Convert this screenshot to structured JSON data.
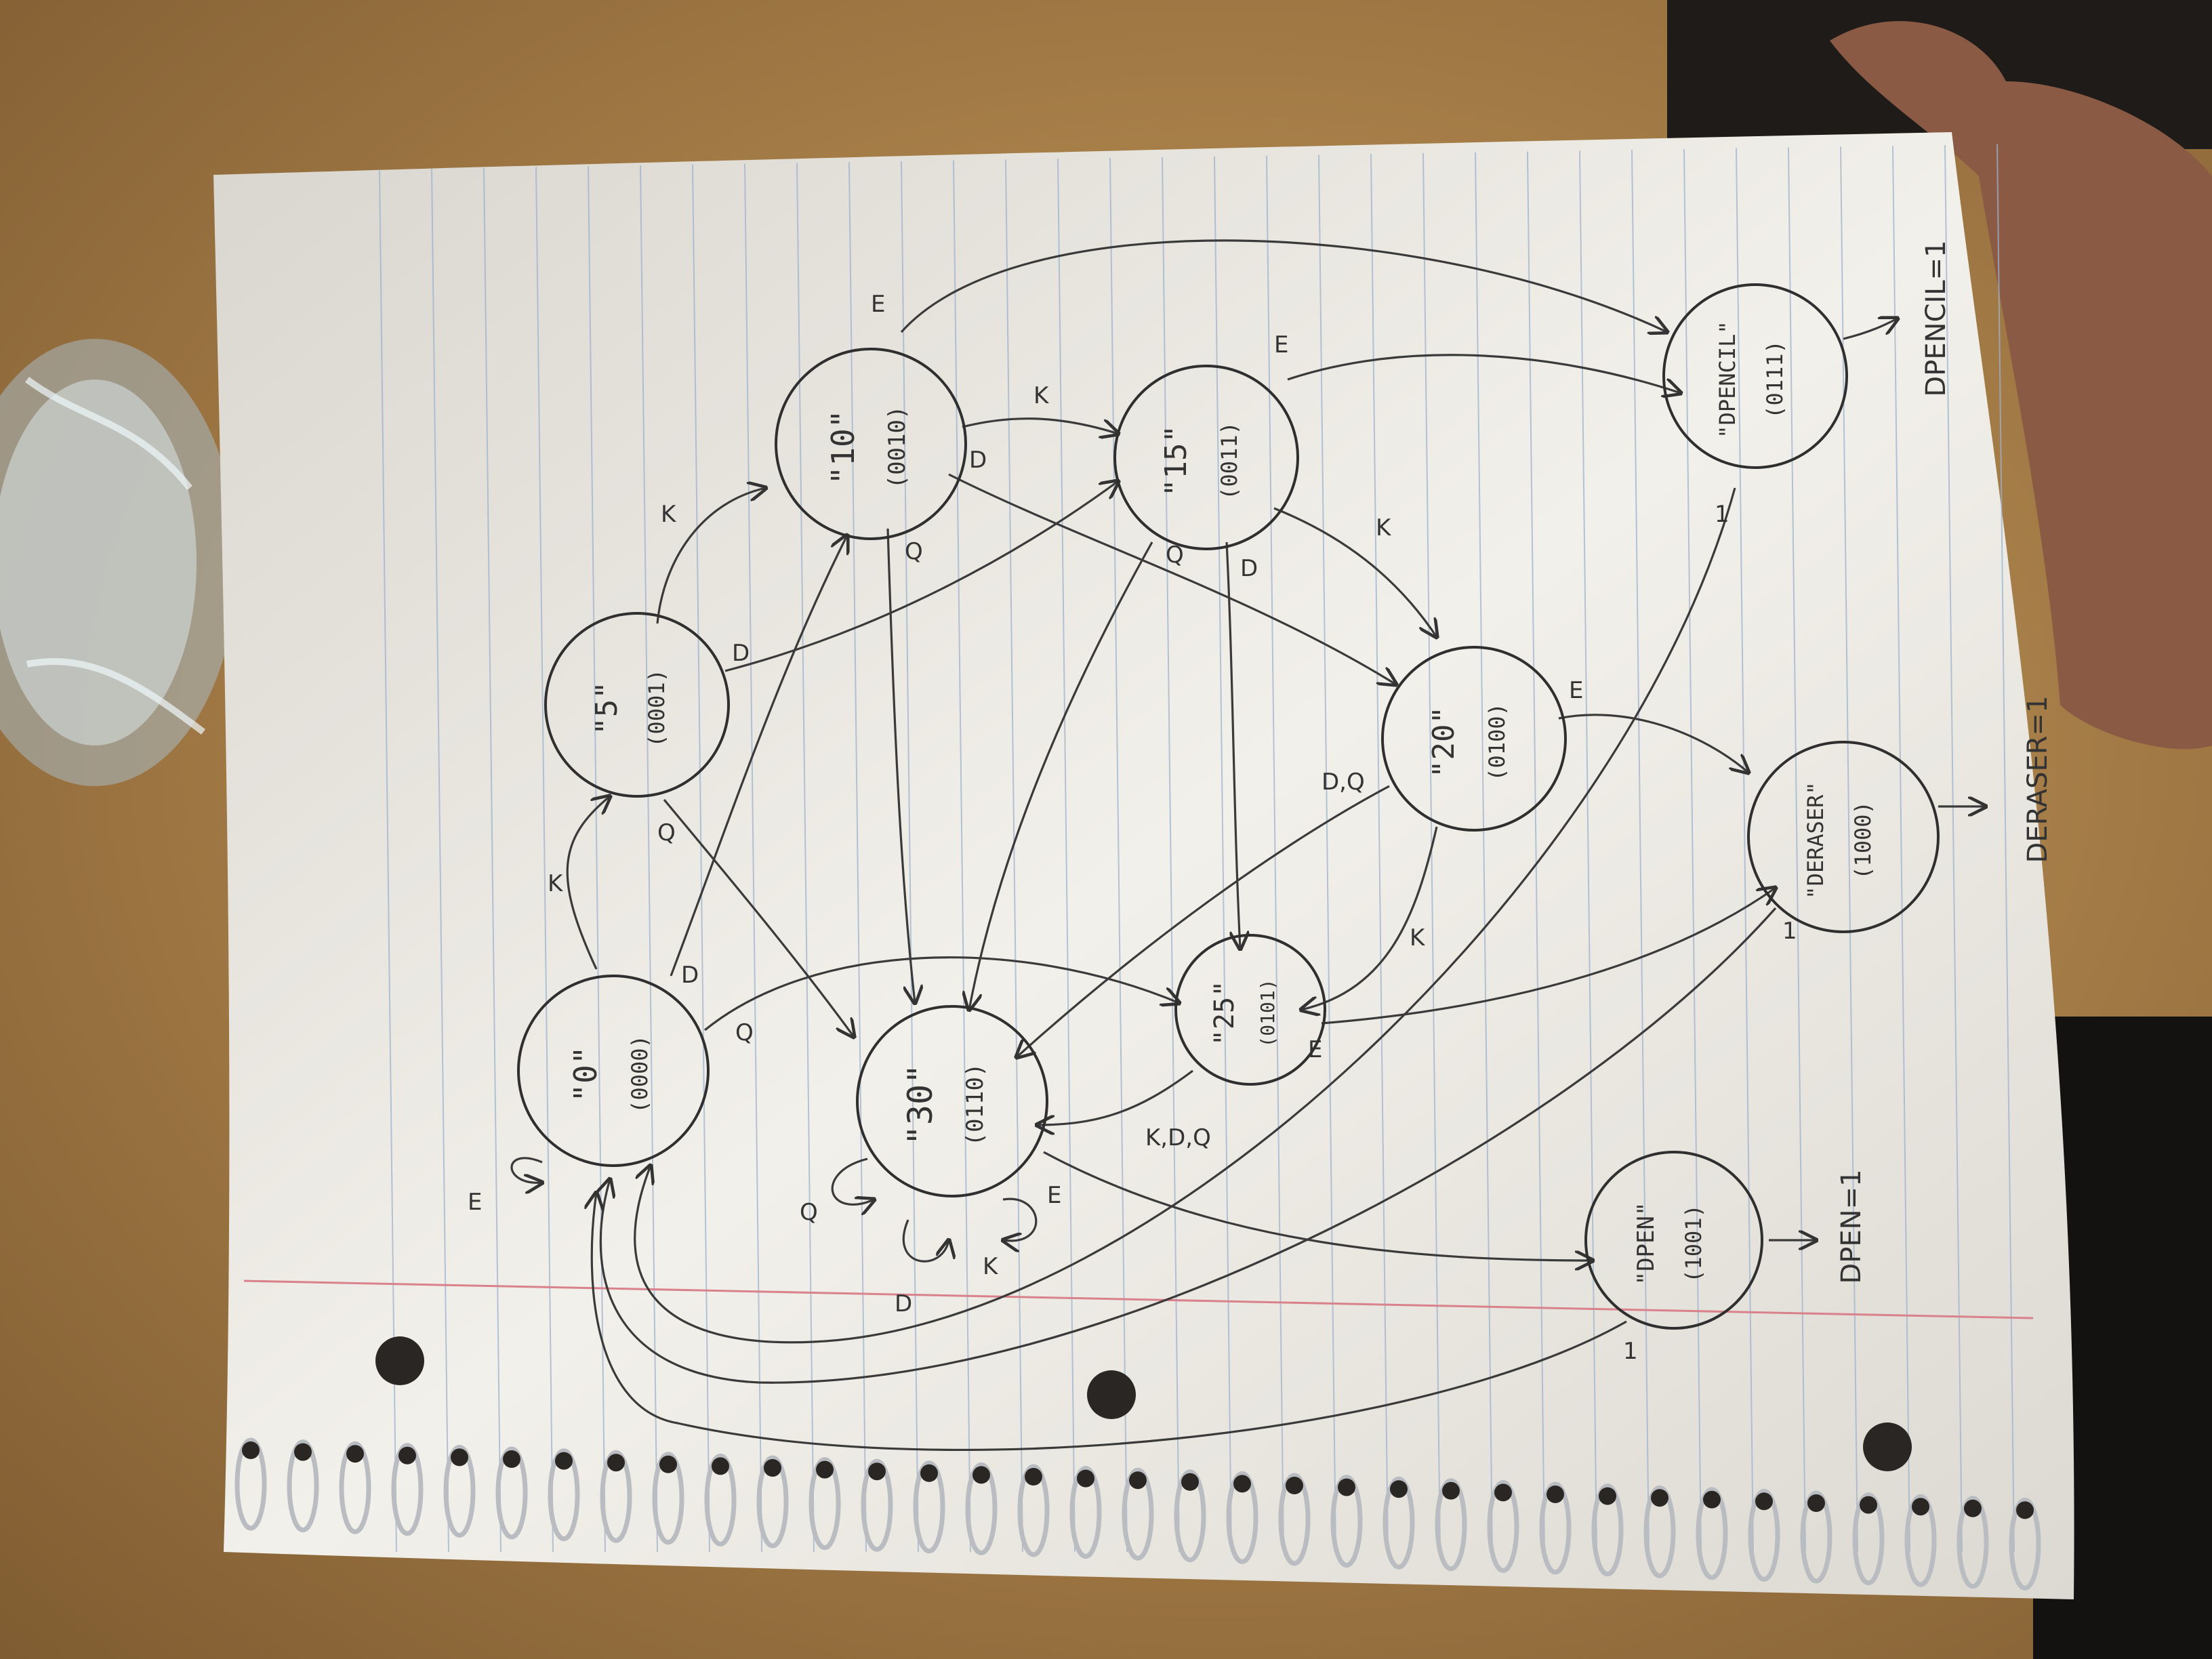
{
  "diagram": {
    "type": "state-machine",
    "states": [
      {
        "id": "s0",
        "name": "\"0\"",
        "code": "(0000)"
      },
      {
        "id": "s5",
        "name": "\"5\"",
        "code": "(0001)"
      },
      {
        "id": "s10",
        "name": "\"10\"",
        "code": "(0010)"
      },
      {
        "id": "s15",
        "name": "\"15\"",
        "code": "(0011)"
      },
      {
        "id": "s20",
        "name": "\"20\"",
        "code": "(0100)"
      },
      {
        "id": "s25",
        "name": "\"25\"",
        "code": "(0101)"
      },
      {
        "id": "s30",
        "name": "\"30\"",
        "code": "(0110)"
      },
      {
        "id": "pencil",
        "name": "\"DPENCIL\"",
        "code": "(0111)"
      },
      {
        "id": "eraser",
        "name": "\"DERASER\"",
        "code": "(1000)"
      },
      {
        "id": "pen",
        "name": "\"DPEN\"",
        "code": "(1001)"
      }
    ],
    "transitions": [
      {
        "from": "s0",
        "to": "s0",
        "label": "E"
      },
      {
        "from": "s0",
        "to": "s5",
        "label": "K"
      },
      {
        "from": "s0",
        "to": "s10",
        "label": "D"
      },
      {
        "from": "s0",
        "to": "s25",
        "label": "Q"
      },
      {
        "from": "s5",
        "to": "s10",
        "label": "K"
      },
      {
        "from": "s5",
        "to": "s15",
        "label": "D"
      },
      {
        "from": "s5",
        "to": "s30",
        "label": "Q"
      },
      {
        "from": "s10",
        "to": "s15",
        "label": "K"
      },
      {
        "from": "s10",
        "to": "s20",
        "label": "D"
      },
      {
        "from": "s10",
        "to": "s30",
        "label": "Q"
      },
      {
        "from": "s10",
        "to": "pencil",
        "label": "E"
      },
      {
        "from": "s15",
        "to": "s20",
        "label": "K"
      },
      {
        "from": "s15",
        "to": "s25",
        "label": "D"
      },
      {
        "from": "s15",
        "to": "s30",
        "label": "Q"
      },
      {
        "from": "s15",
        "to": "pencil",
        "label": "E"
      },
      {
        "from": "s20",
        "to": "s25",
        "label": "K"
      },
      {
        "from": "s20",
        "to": "s30",
        "label": "D,Q"
      },
      {
        "from": "s20",
        "to": "eraser",
        "label": "E"
      },
      {
        "from": "s25",
        "to": "s30",
        "label": "K,D,Q"
      },
      {
        "from": "s25",
        "to": "eraser",
        "label": "E"
      },
      {
        "from": "s30",
        "to": "s30",
        "label": "Q"
      },
      {
        "from": "s30",
        "to": "s30",
        "label": "D"
      },
      {
        "from": "s30",
        "to": "s30",
        "label": "K"
      },
      {
        "from": "s30",
        "to": "pen",
        "label": "E"
      },
      {
        "from": "pencil",
        "to": "s0",
        "label": "1"
      },
      {
        "from": "eraser",
        "to": "s0",
        "label": "1"
      },
      {
        "from": "pen",
        "to": "s0",
        "label": "1"
      }
    ],
    "outputs": [
      {
        "state": "pencil",
        "label": "DPENCIL=1"
      },
      {
        "state": "eraser",
        "label": "DERASER=1"
      },
      {
        "state": "pen",
        "label": "DPEN=1"
      }
    ]
  },
  "colors": {
    "desk": "#b98a4f",
    "paper": "#f1efe9",
    "rule_line": "#9fb2cc",
    "margin_line": "#d9828c",
    "ink": "#333333",
    "hand": "#8a5a45"
  }
}
